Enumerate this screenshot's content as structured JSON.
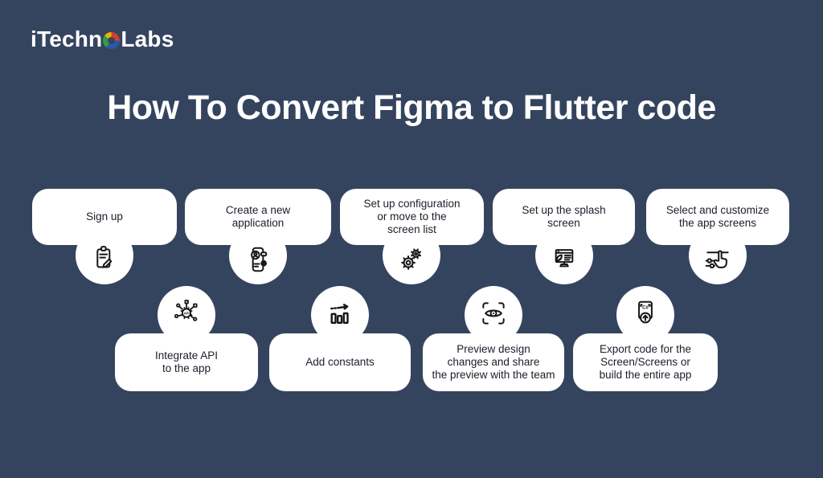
{
  "theme": {
    "background": "#35445e",
    "card_bg": "#ffffff",
    "card_text": "#1d1d2b",
    "title_color": "#ffffff",
    "icon_stroke": "#161616"
  },
  "logo": {
    "prefix": "iTechn",
    "suffix": "Labs",
    "ring_colors": [
      "#d23f31",
      "#2c58a6",
      "#2f9e44",
      "#eeb200"
    ]
  },
  "header": {
    "title": "How To Convert Figma to Flutter code"
  },
  "steps_top": [
    {
      "label": "Sign up",
      "icon": "clipboard-edit-icon"
    },
    {
      "label": "Create a new\napplication",
      "icon": "mobile-app-user-icon"
    },
    {
      "label": "Set up configuration\nor move to the\nscreen list",
      "icon": "gears-icon"
    },
    {
      "label": "Set up the splash\nscreen",
      "icon": "splash-screen-monitor-icon"
    },
    {
      "label": "Select and customize\nthe app screens",
      "icon": "hand-select-icon"
    }
  ],
  "steps_bottom": [
    {
      "label": "Integrate API\nto the app",
      "icon": "api-network-icon"
    },
    {
      "label": "Add constants",
      "icon": "bar-chart-arrow-icon"
    },
    {
      "label": "Preview design\nchanges and share\nthe preview with the team",
      "icon": "eye-preview-icon"
    },
    {
      "label": "Export code for the\nScreen/Screens or\nbuild the entire app",
      "icon": "code-export-icon"
    }
  ]
}
